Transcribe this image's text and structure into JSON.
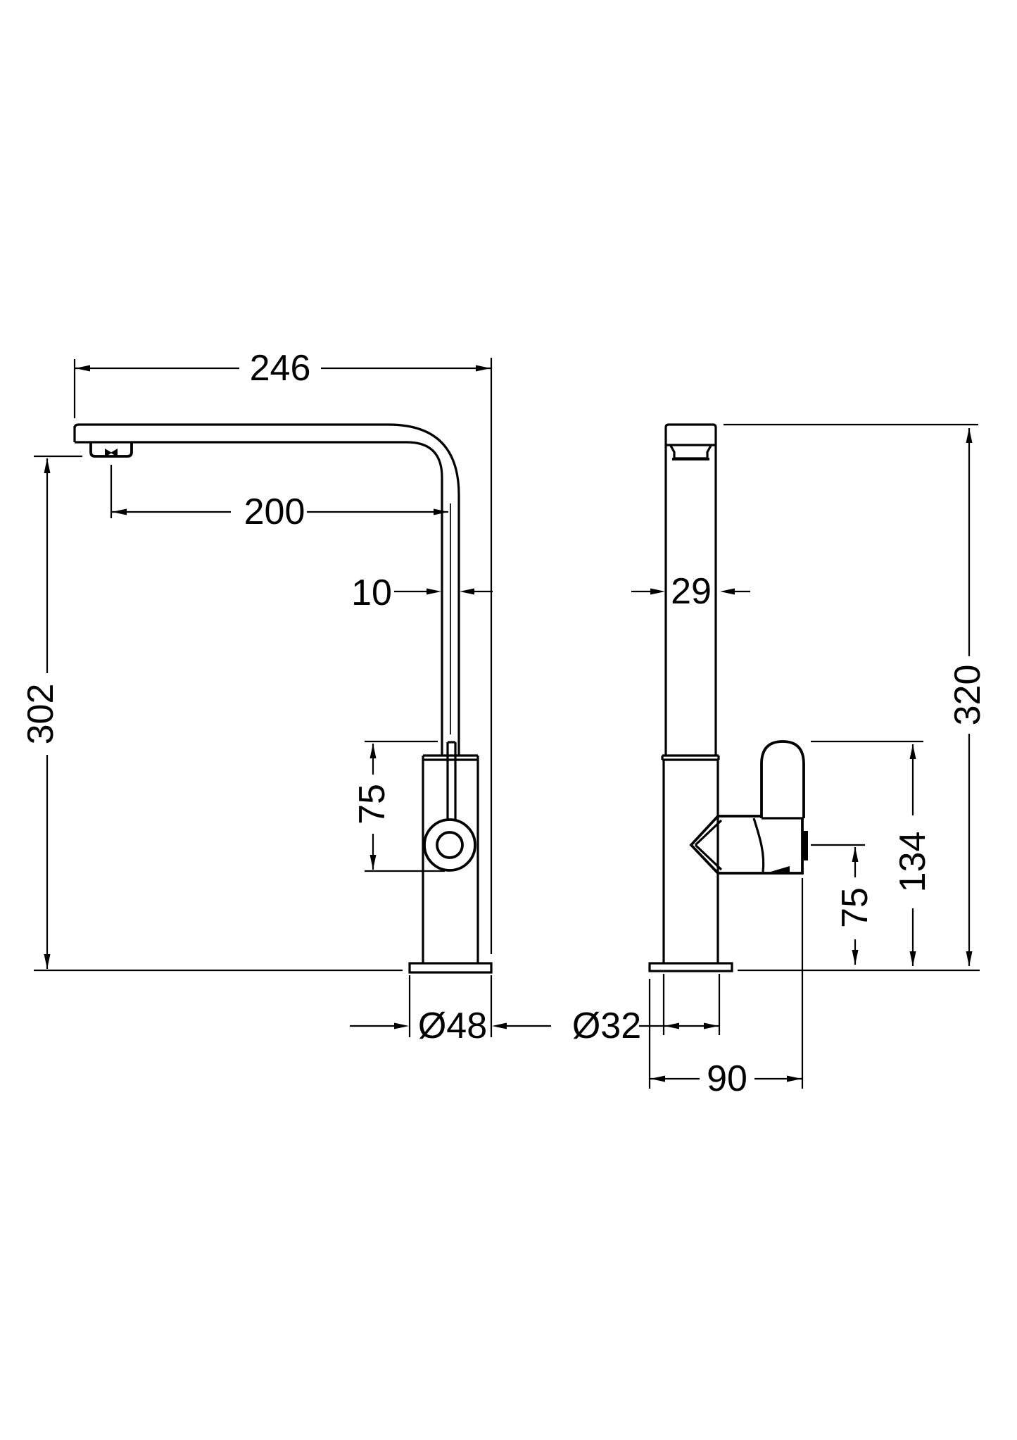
{
  "drawing": {
    "kind": "kitchen-tap-dimension-drawing",
    "views": [
      "side-elevation",
      "front-elevation"
    ],
    "line_color": "#000000",
    "background": "#ffffff"
  },
  "dims": {
    "side": {
      "overall_reach": "246",
      "spout_reach": "200",
      "spout_tube_width": "10",
      "spout_height": "302",
      "cartridge_depth": "75",
      "base_diameter": "Ø48"
    },
    "front": {
      "spout_column_width": "29",
      "overall_height": "320",
      "handle_top_height": "134",
      "handle_pivot_height": "75",
      "body_diameter": "Ø32",
      "handle_projection": "90"
    }
  }
}
